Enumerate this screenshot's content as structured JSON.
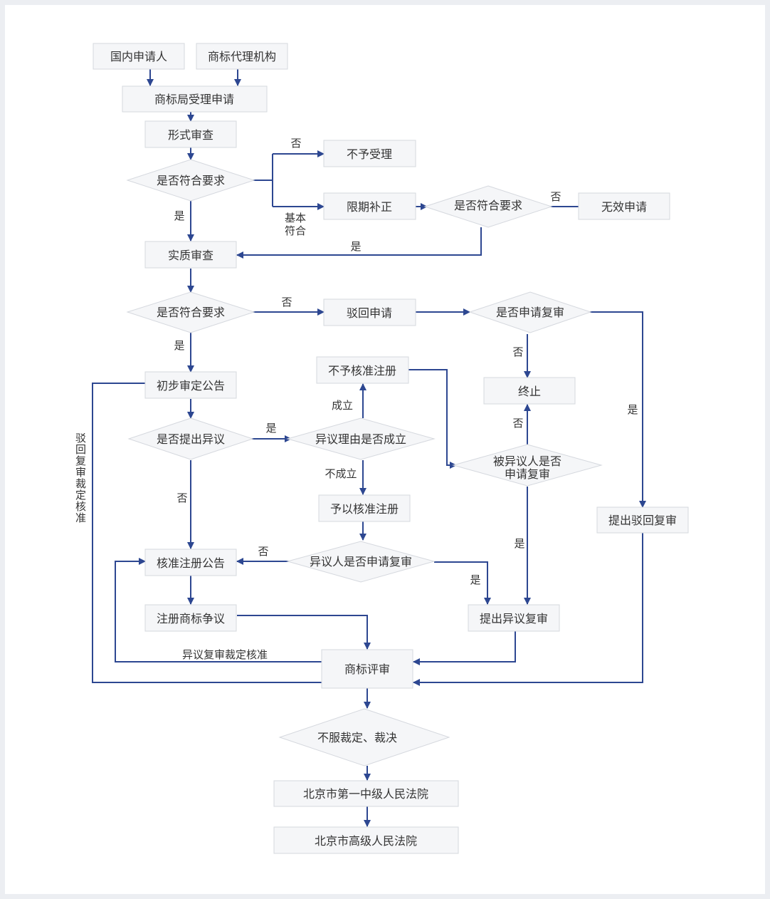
{
  "nodes": {
    "domestic_applicant": "国内申请人",
    "trademark_agency": "商标代理机构",
    "office_accept": "商标局受理申请",
    "formal_exam": "形式审查",
    "meets_req_1": "是否符合要求",
    "not_accepted": "不予受理",
    "correction": "限期补正",
    "meets_req_2": "是否符合要求",
    "invalid_application": "无效申请",
    "substantive_exam": "实质审查",
    "meets_req_3": "是否符合要求",
    "rejected": "驳回申请",
    "apply_review_q": "是否申请复审",
    "terminate": "终止",
    "not_approved": "不予核准注册",
    "preliminary_notice": "初步审定公告",
    "opposition_q": "是否提出异议",
    "opposition_valid_q": "异议理由是否成立",
    "opposed_party_q_line1": "被异议人是否",
    "opposed_party_q_line2": "申请复审",
    "approve_registration": "予以核准注册",
    "opposer_review_q": "异议人是否申请复审",
    "approval_notice": "核准注册公告",
    "registration_dispute": "注册商标争议",
    "opposition_review": "提出异议复审",
    "rejection_review": "提出驳回复审",
    "trab_review": "商标评审",
    "disagree": "不服裁定、裁决",
    "court_1": "北京市第一中级人民法院",
    "court_2": "北京市高级人民法院"
  },
  "edge_labels": {
    "no_1": "否",
    "basic_meets_line1": "基本",
    "basic_meets_line2": "符合",
    "yes_1": "是",
    "no_2": "否",
    "yes_2": "是",
    "no_3": "否",
    "yes_3": "是",
    "no_review": "否",
    "yes_review": "是",
    "yes_opposition": "是",
    "no_opposition": "否",
    "established": "成立",
    "not_established": "不成立",
    "no_opposed_review": "否",
    "yes_opposed_review": "是",
    "no_opposer_review": "否",
    "yes_opposer_review": "是",
    "rejection_review_decision": "驳回复审裁定核准",
    "opposition_review_decision": "异议复审裁定核准"
  },
  "colors": {
    "edge": "#2d4791",
    "node_fill": "#f5f6f8",
    "node_border": "#d5d8de",
    "text": "#333333"
  }
}
